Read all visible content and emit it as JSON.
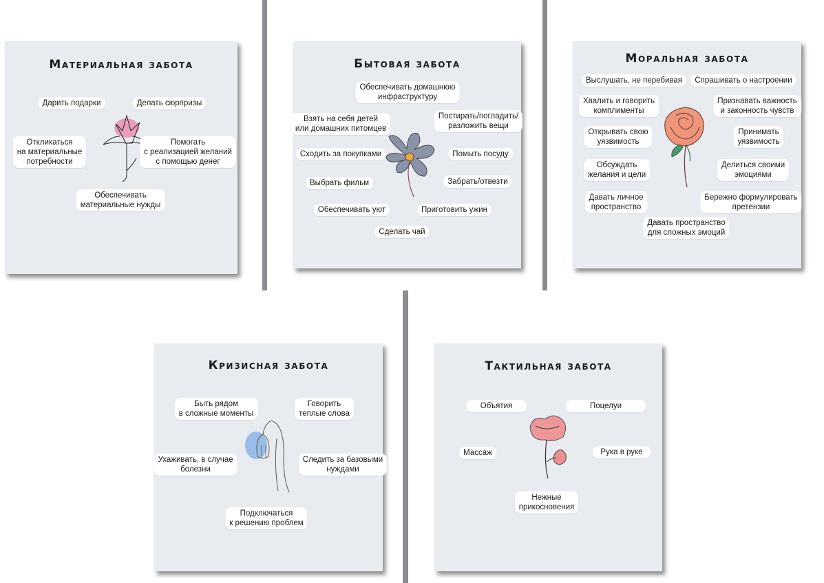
{
  "cards": {
    "material": {
      "title": "Материальная забота",
      "items": [
        "Дарить подарки",
        "Делать сюрпризы",
        "Откликаться\nна материальные\nпотребности",
        "Помогать\nс реализацией желаний\nс помощью денег",
        "Обеспечивать\nматериальные нужды"
      ]
    },
    "household": {
      "title": "Бытовая забота",
      "items": [
        "Обеспечивать домашнюю\nинфраструктуру",
        "Взять на себя детей\nили домашних питомцев",
        "Постирать/погладить/\nразложить вещи",
        "Сходить за покупками",
        "Помыть посуду",
        "Выбрать фильм",
        "Забрать/отвезти",
        "Обеспечивать уют",
        "Приготовить ужин",
        "Сделать чай"
      ]
    },
    "moral": {
      "title": "Моральная забота",
      "items": [
        "Выслушать, не перебивая",
        "Спрашивать о настроении",
        "Хвалить и говорить\nкомплименты",
        "Признавать важность\nи законность чувств",
        "Открывать свою\nуязвимость",
        "Принимать\nуязвимость",
        "Обсуждать\nжелания и цели",
        "Делиться своими\nэмоциями",
        "Давать личное\nпространство",
        "Бережно формулировать\nпретензии",
        "Давать пространство\nдля сложных эмоций"
      ]
    },
    "crisis": {
      "title": "Кризисная забота",
      "items": [
        "Быть рядом\nв сложные моменты",
        "Говорить\nтеплые слова",
        "Ухаживать, в случае\nболезни",
        "Следить за базовыми\nнуждами",
        "Подключаться\nк решению проблем"
      ]
    },
    "tactile": {
      "title": "Тактильная забота",
      "items": [
        "Объятия",
        "Поцелуи",
        "Массаж",
        "Рука в руке",
        "Нежные\nприкосновения"
      ]
    }
  },
  "colors": {
    "card_bg": "#e8ebf0",
    "divider": "#8a8c90",
    "material_flower": "#e98fb4",
    "household_flower": "#8a93a8",
    "household_center": "#e7a53a",
    "moral_flower": "#f0957a",
    "moral_leaf": "#4f9a6a",
    "crisis_flower": "#8fb9e6",
    "tactile_flower": "#ee8f8f"
  },
  "icons": [
    "lily-icon",
    "cosmos-flower-icon",
    "rose-icon",
    "snowdrop-icon",
    "poppy-icon"
  ]
}
